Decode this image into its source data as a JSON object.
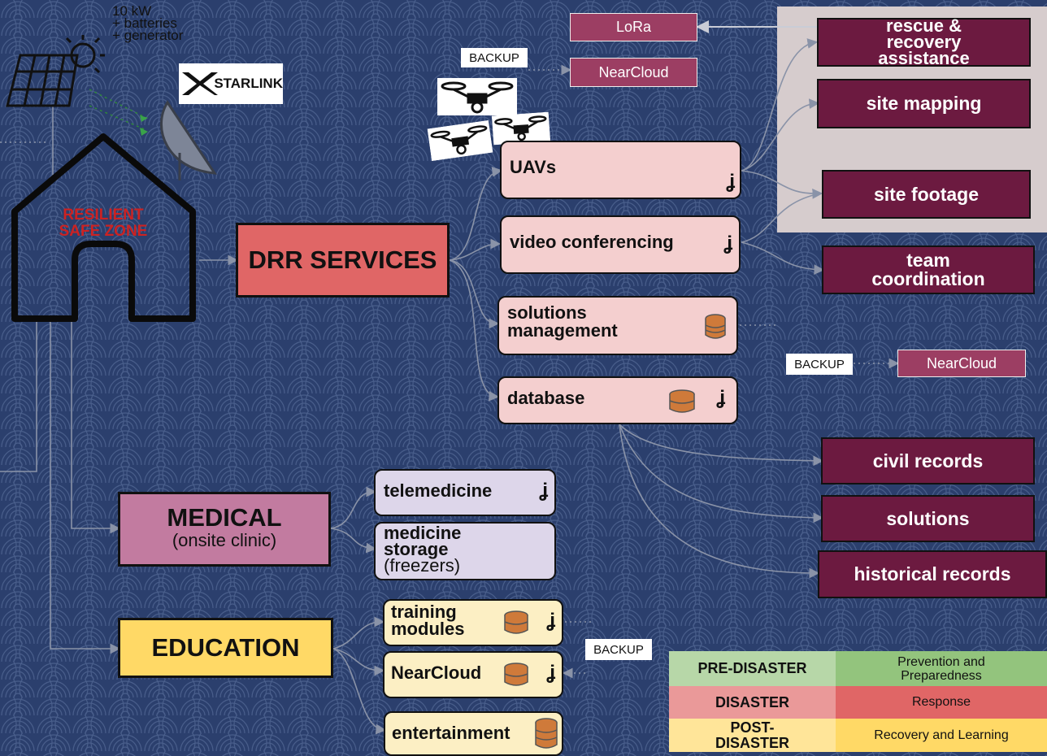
{
  "power": {
    "lines": [
      "10 kW",
      "+ batteries",
      "+ generator"
    ]
  },
  "starlink": {
    "label": "STARLINK"
  },
  "house": {
    "label_line1": "RESILIENT",
    "label_line2": "SAFE ZONE"
  },
  "categories": {
    "drr": "DRR SERVICES",
    "medical": "MEDICAL",
    "medical_sub": "(onsite clinic)",
    "education": "EDUCATION"
  },
  "drr_services": {
    "uavs": "UAVs",
    "video": "video conferencing",
    "solutions_line1": "solutions",
    "solutions_line2": "management",
    "database": "database"
  },
  "medical_services": {
    "telemedicine": "telemedicine",
    "storage_line1": "medicine",
    "storage_line2": "storage",
    "storage_sub": "(freezers)"
  },
  "education_services": {
    "training_line1": "training",
    "training_line2": "modules",
    "nearcloud": "NearCloud",
    "entertainment": "entertainment"
  },
  "outputs": {
    "rescue": [
      "rescue &",
      "recovery",
      "assistance"
    ],
    "site_mapping": "site mapping",
    "site_footage": "site footage",
    "team": [
      "team",
      "coordination"
    ],
    "civil_records": "civil records",
    "solutions": "solutions",
    "historical_records": "historical records"
  },
  "links": {
    "lora": "LoRa",
    "nearcloud_top": "NearCloud",
    "nearcloud_mid": "NearCloud",
    "backup": "BACKUP"
  },
  "legend": [
    {
      "phase": "PRE-DISASTER",
      "description": "Prevention and Preparedness",
      "color": "#b7d7a8",
      "desc_color": "#93c47d"
    },
    {
      "phase": "DISASTER",
      "description": "Response",
      "color": "#ea9999",
      "desc_color": "#e06666"
    },
    {
      "phase": "POST-DISASTER",
      "description": "Recovery and Learning",
      "color": "#ffe599",
      "desc_color": "#ffd966"
    }
  ],
  "colors": {
    "background": "#2b3f6e",
    "wave": "#5a6f9c",
    "drr": "#e06666",
    "medical": "#c27ba0",
    "education": "#ffd966",
    "output": "#6c1a40",
    "connector": "#8a93a8"
  }
}
